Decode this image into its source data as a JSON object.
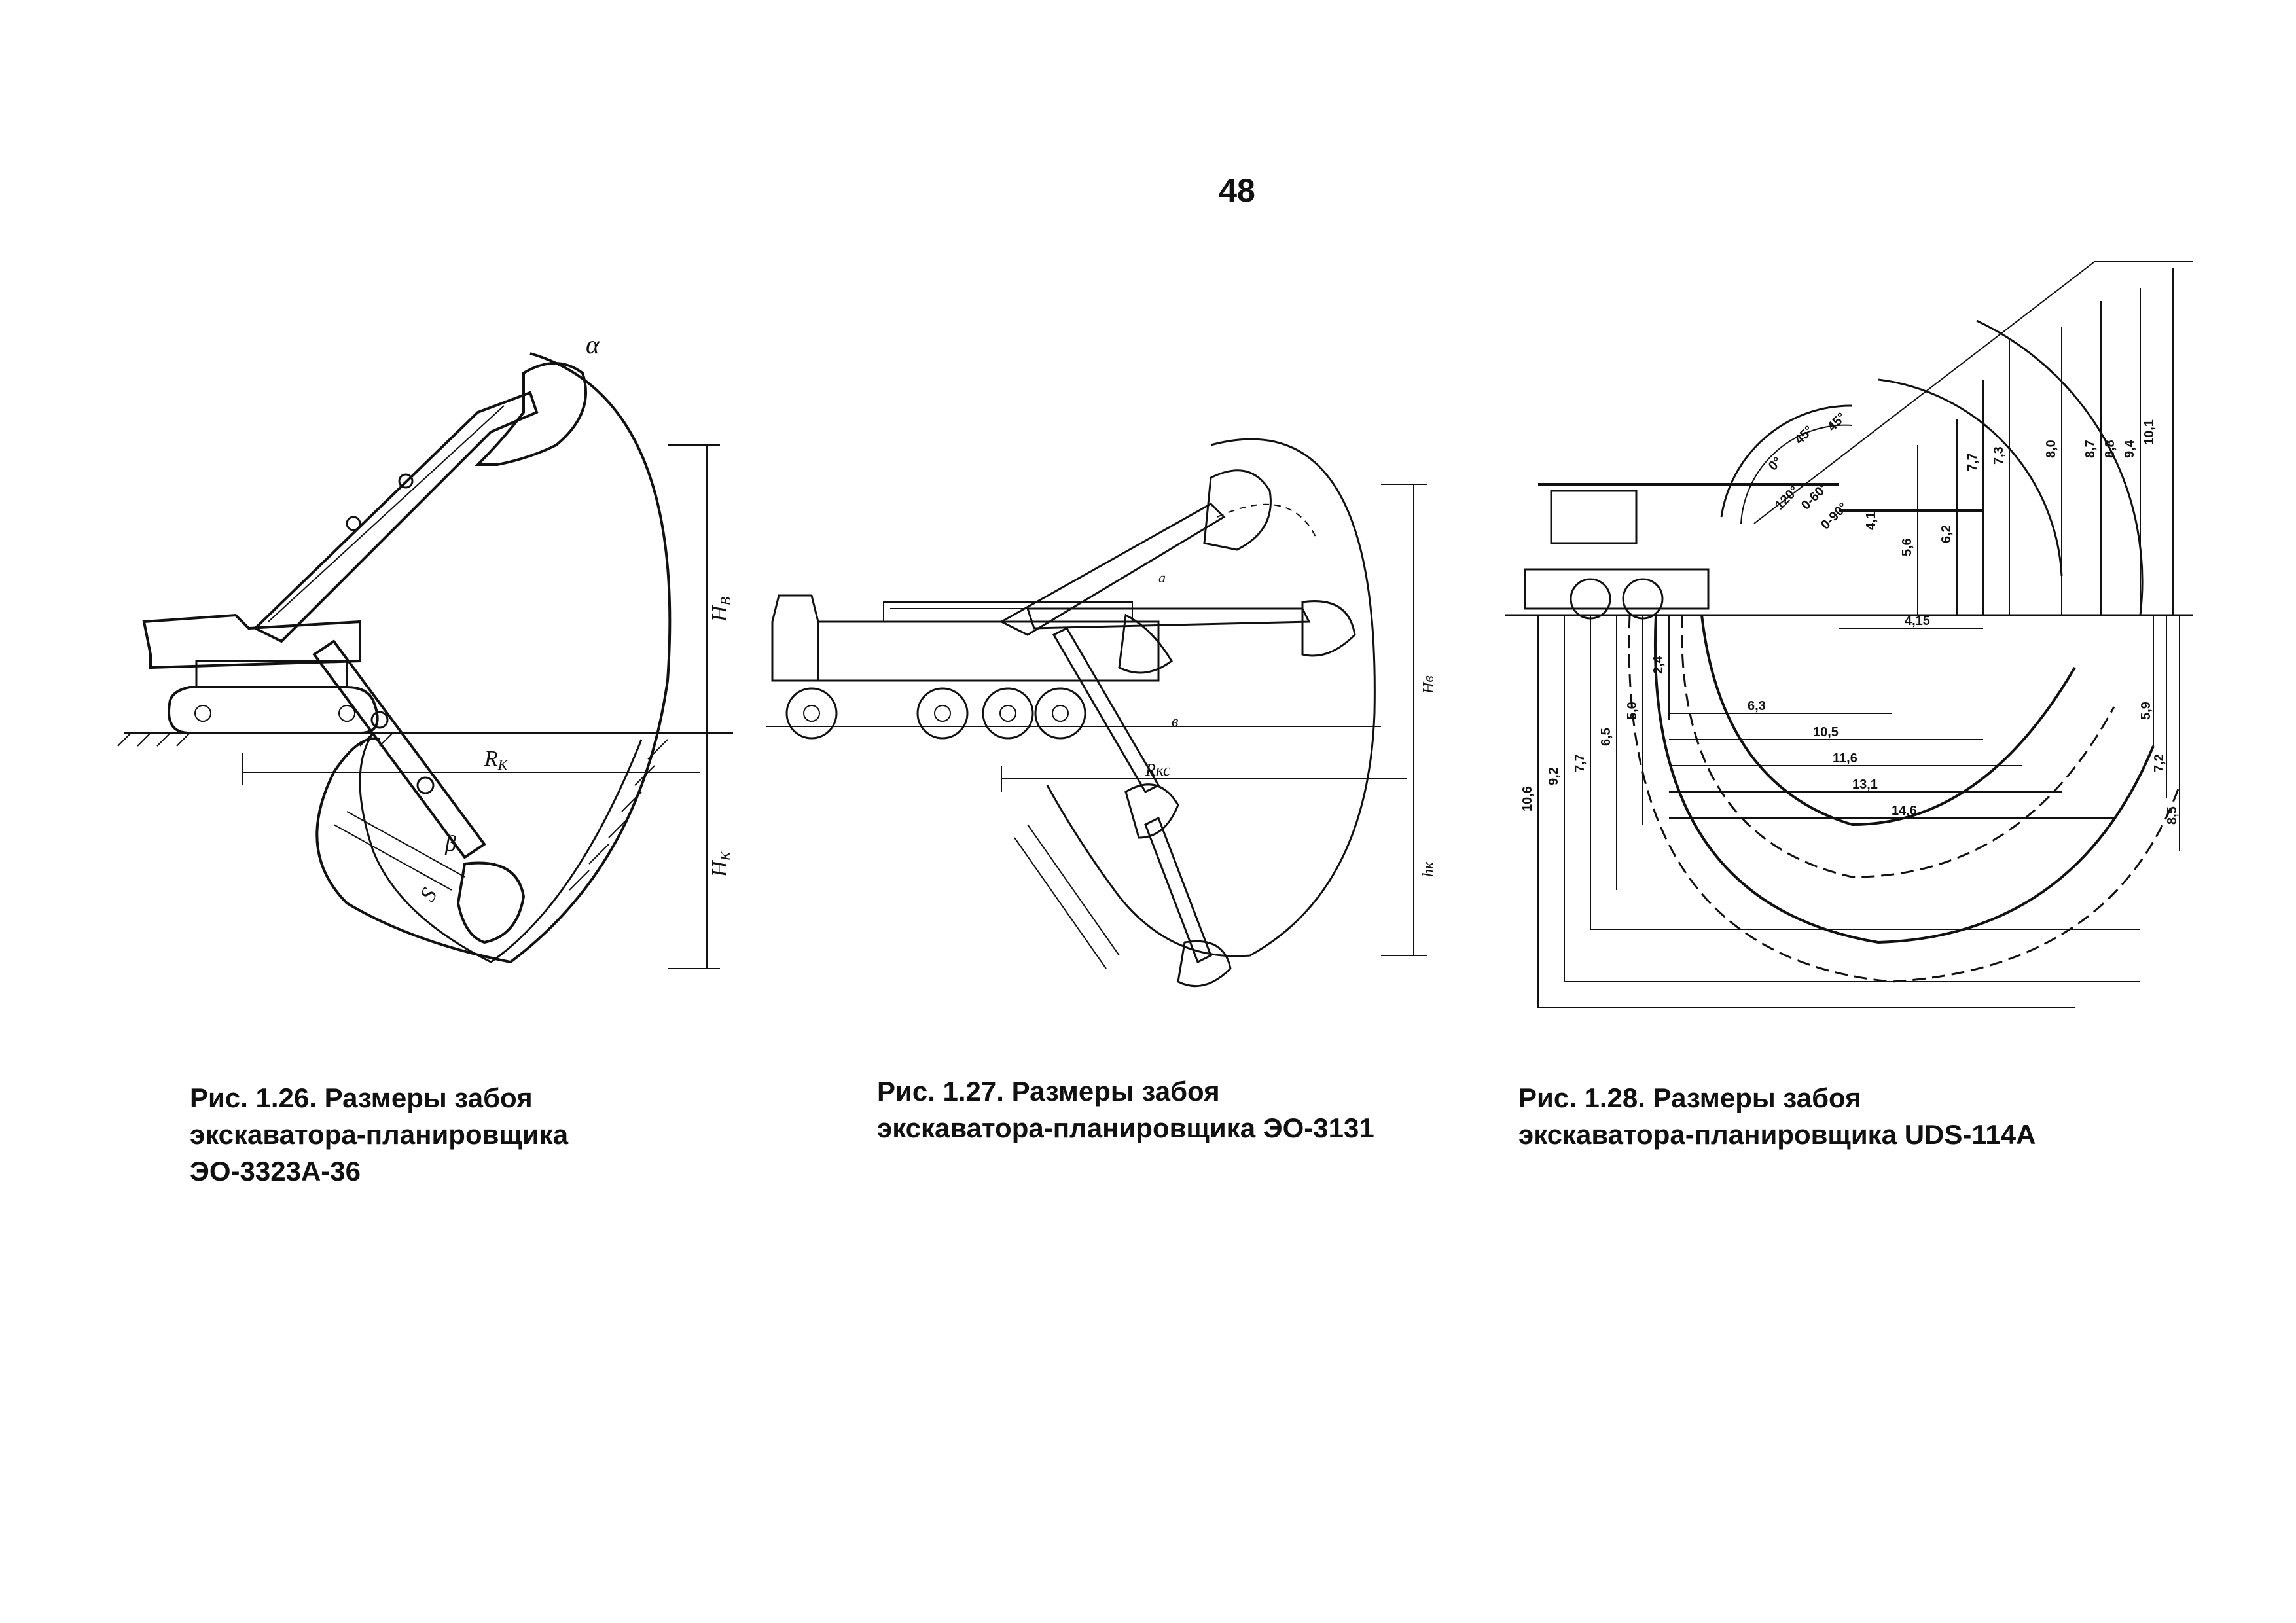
{
  "page_number": "48",
  "figures": [
    {
      "id": "fig-1-26",
      "caption_lines": [
        "Рис. 1.26. Размеры забоя",
        "экскаватора-планировщика",
        "ЭО-3323А-36"
      ],
      "labels": {
        "alpha": "α",
        "beta": "β",
        "s": "S",
        "rk": "R",
        "rk_sub": "K",
        "hb": "H",
        "hb_sub": "В",
        "hk": "H",
        "hk_sub": "К"
      }
    },
    {
      "id": "fig-1-27",
      "caption_lines": [
        "Рис. 1.27. Размеры забоя",
        "экскаватора-планировщика ЭО-3131"
      ],
      "labels": {
        "a": "a",
        "b": "в",
        "rkc": "Rкс",
        "hb": "Hв",
        "hk": "hк"
      }
    },
    {
      "id": "fig-1-28",
      "caption_lines": [
        "Рис. 1.28. Размеры забоя",
        "экскаватора-планировщика UDS-114A"
      ],
      "angle_labels": [
        "120°",
        "0-60°",
        "0-90°",
        "0°",
        "45°",
        "45°"
      ],
      "top_dims": [
        "5,6",
        "6,2",
        "7,7",
        "7,3",
        "8,0",
        "8,7",
        "8,8",
        "9,4",
        "10,1",
        "4,1"
      ],
      "horizontal_dims": [
        "4,15",
        "6,3",
        "10,5",
        "11,6",
        "13,1",
        "14,6"
      ],
      "left_depths": [
        "10,6",
        "9,2",
        "7,7",
        "6,5",
        "5,0",
        "2,4"
      ],
      "right_depths": [
        "5,9",
        "7,2",
        "8,5"
      ]
    }
  ]
}
